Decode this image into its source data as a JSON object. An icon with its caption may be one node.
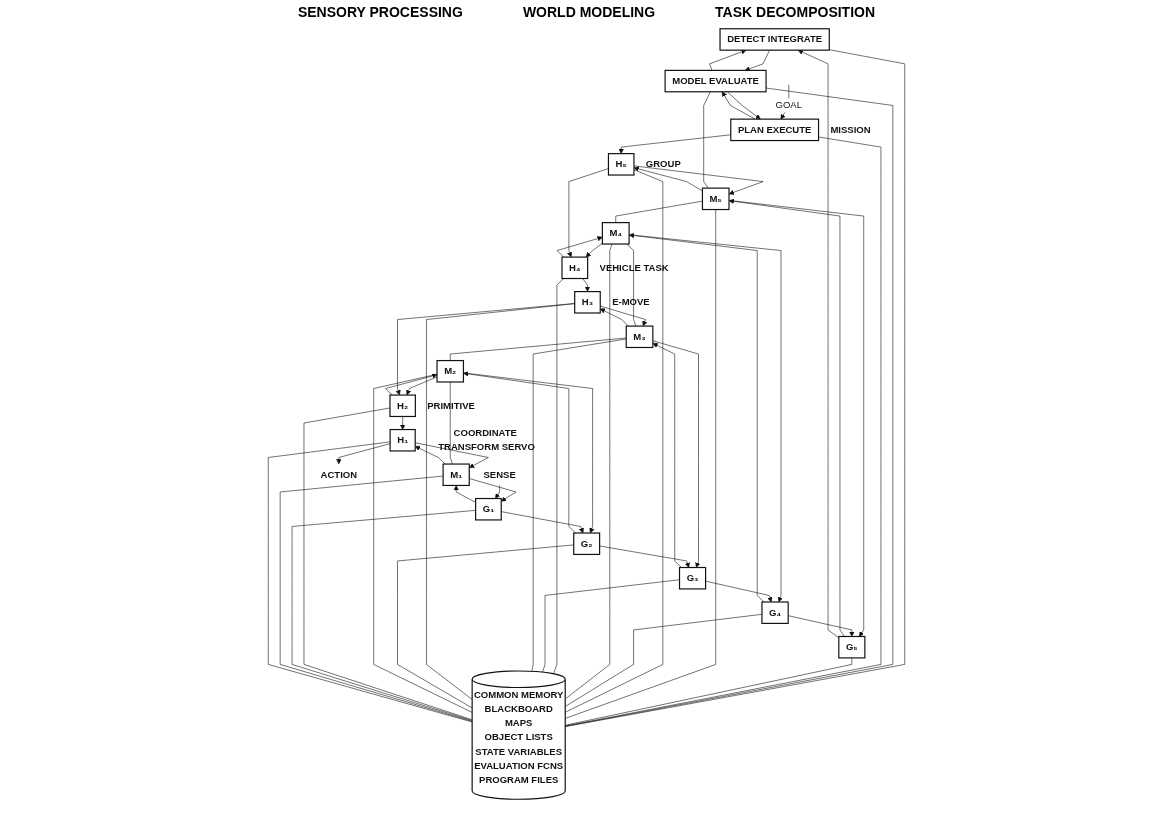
{
  "diagram": {
    "nodes": [
      {
        "text": [
          "COMMON MEMORY",
          "BLACKBOARD",
          "MAPS",
          "OBJECT LISTS",
          "STATE VARIABLES",
          "EVALUATION FCNS",
          "PROGRAM FILES"
        ]
      },
      {
        "text": [
          "DETECT INTEGRATE"
        ]
      },
      {
        "text": [
          "MODEL EVALUATE"
        ]
      },
      {
        "text": [
          "PLAN EXECUTE"
        ],
        "beside": [
          "MISSION"
        ]
      },
      {
        "text": [
          "G₅"
        ]
      },
      {
        "text": [
          "M₅"
        ]
      },
      {
        "text": [
          "H₅"
        ],
        "beside": [
          "GROUP"
        ]
      },
      {
        "text": [
          "G₄"
        ]
      },
      {
        "text": [
          "M₄"
        ]
      },
      {
        "text": [
          "H₄"
        ],
        "beside": [
          "VEHICLE TASK"
        ]
      },
      {
        "text": [
          "G₃"
        ]
      },
      {
        "text": [
          "M₃"
        ]
      },
      {
        "text": [
          "H₃"
        ],
        "beside": [
          "E-MOVE"
        ]
      },
      {
        "text": [
          "G₂"
        ]
      },
      {
        "text": [
          "M₂"
        ]
      },
      {
        "text": [
          "H₂"
        ],
        "beside": [
          "PRIMITIVE"
        ]
      },
      {
        "text": [
          "G₁"
        ]
      },
      {
        "text": [
          "M₁"
        ]
      },
      {
        "text": [
          "H₁"
        ],
        "beside": [
          "COORDINATE TRANSFORM SERVO"
        ]
      },
      {
        "text": [
          "SENSE"
        ]
      },
      {
        "text": [
          "ACTION"
        ]
      }
    ],
    "edges": [
      {
        "from": null,
        "to": 3,
        "arrow": "to",
        "label": "GOAL"
      },
      {
        "from": 1,
        "to": 2,
        "arrow": "to"
      },
      {
        "from": 2,
        "to": 1,
        "arrow": "to"
      },
      {
        "from": 2,
        "to": 3,
        "arrow": "to"
      },
      {
        "from": 3,
        "to": 2,
        "arrow": "to"
      },
      {
        "from": 4,
        "to": 5,
        "arrow": "to"
      },
      {
        "from": 5,
        "to": 4,
        "arrow": "to"
      },
      {
        "from": 5,
        "to": 6,
        "arrow": "to"
      },
      {
        "from": 6,
        "to": 5,
        "arrow": "to"
      },
      {
        "from": 7,
        "to": 8,
        "arrow": "to"
      },
      {
        "from": 8,
        "to": 7,
        "arrow": "to"
      },
      {
        "from": 8,
        "to": 9,
        "arrow": "to"
      },
      {
        "from": 9,
        "to": 8,
        "arrow": "to"
      },
      {
        "from": 10,
        "to": 11,
        "arrow": "to"
      },
      {
        "from": 11,
        "to": 10,
        "arrow": "to"
      },
      {
        "from": 11,
        "to": 12,
        "arrow": "to"
      },
      {
        "from": 12,
        "to": 11,
        "arrow": "to"
      },
      {
        "from": 13,
        "to": 14,
        "arrow": "to"
      },
      {
        "from": 14,
        "to": 13,
        "arrow": "to"
      },
      {
        "from": 14,
        "to": 15,
        "arrow": "to"
      },
      {
        "from": 15,
        "to": 14,
        "arrow": "to"
      },
      {
        "from": 16,
        "to": 17,
        "arrow": "to"
      },
      {
        "from": 17,
        "to": 16,
        "arrow": "to"
      },
      {
        "from": 17,
        "to": 18,
        "arrow": "to"
      },
      {
        "from": 18,
        "to": 17,
        "arrow": "to"
      },
      {
        "from": 19,
        "to": 16,
        "arrow": "to"
      },
      {
        "from": 16,
        "to": 13,
        "arrow": "to"
      },
      {
        "from": 13,
        "to": 10,
        "arrow": "to"
      },
      {
        "from": 10,
        "to": 7,
        "arrow": "to"
      },
      {
        "from": 7,
        "to": 4,
        "arrow": "to"
      },
      {
        "from": 4,
        "to": 1,
        "arrow": "to"
      },
      {
        "from": 3,
        "to": 6,
        "arrow": "to"
      },
      {
        "from": 6,
        "to": 9,
        "arrow": "to"
      },
      {
        "from": 9,
        "to": 12,
        "arrow": "to"
      },
      {
        "from": 12,
        "to": 15,
        "arrow": "to"
      },
      {
        "from": 15,
        "to": 18,
        "arrow": "to"
      },
      {
        "from": 18,
        "to": 20,
        "arrow": "to"
      },
      {
        "from": 2,
        "to": 5,
        "arrow": "none"
      },
      {
        "from": 5,
        "to": 8,
        "arrow": "none"
      },
      {
        "from": 8,
        "to": 11,
        "arrow": "none"
      },
      {
        "from": 11,
        "to": 14,
        "arrow": "none"
      },
      {
        "from": 14,
        "to": 17,
        "arrow": "none"
      },
      {
        "from": 1,
        "to": 0,
        "arrow": "none"
      },
      {
        "from": 2,
        "to": 0,
        "arrow": "none"
      },
      {
        "from": 3,
        "to": 0,
        "arrow": "none"
      },
      {
        "from": 4,
        "to": 0,
        "arrow": "none"
      },
      {
        "from": 5,
        "to": 0,
        "arrow": "none"
      },
      {
        "from": 6,
        "to": 0,
        "arrow": "none"
      },
      {
        "from": 7,
        "to": 0,
        "arrow": "none"
      },
      {
        "from": 8,
        "to": 0,
        "arrow": "none"
      },
      {
        "from": 9,
        "to": 0,
        "arrow": "none"
      },
      {
        "from": 10,
        "to": 0,
        "arrow": "none"
      },
      {
        "from": 11,
        "to": 0,
        "arrow": "none"
      },
      {
        "from": 12,
        "to": 0,
        "arrow": "none"
      },
      {
        "from": 13,
        "to": 0,
        "arrow": "none"
      },
      {
        "from": 14,
        "to": 0,
        "arrow": "none"
      },
      {
        "from": 15,
        "to": 0,
        "arrow": "none"
      },
      {
        "from": 16,
        "to": 0,
        "arrow": "none"
      },
      {
        "from": 17,
        "to": 0,
        "arrow": "none"
      },
      {
        "from": 18,
        "to": 0,
        "arrow": "none"
      }
    ],
    "labels": [
      "SENSORY PROCESSING",
      "WORLD MODELING",
      "TASK DECOMPOSITION"
    ]
  }
}
